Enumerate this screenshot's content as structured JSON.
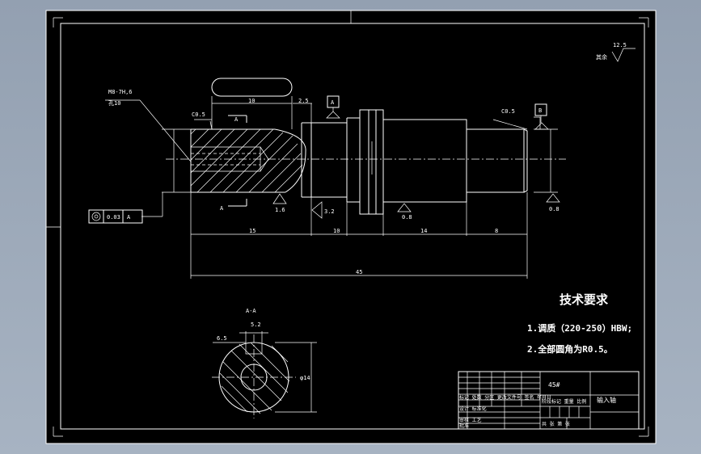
{
  "dims": {
    "hole_spec": "M8-7H,6",
    "hole_depth": "孔10",
    "chamfer": "C0.5",
    "key_len": "10",
    "key_off": "2.5",
    "len_15": "15",
    "len_mid": "10",
    "len_14": "14",
    "len_8": "8",
    "total": "45",
    "chamfer_r": "C0.5",
    "rough_16": "1.6",
    "rough_08a": "0.8",
    "rough_08b": "0.8",
    "rough_32": "3.2",
    "tol_value": "0.03",
    "sec_width": "6.5",
    "sec_key": "5.2",
    "sec_dia": "φ14"
  },
  "datums": {
    "a": "A",
    "b": "B",
    "sec_a": "A",
    "section_title": "A-A"
  },
  "rough_general": {
    "label": "其余",
    "value": "12.5"
  },
  "tech": {
    "title": "技术要求",
    "line1": "1.调质（220-250）HBW;",
    "line2": "2.全部圆角为R0.5。"
  },
  "title_block": {
    "material": "45#",
    "part_name": "输入轴",
    "r1": "标记 处数  分区 更改文件号 签名  年月日",
    "r2": "设计 标准化",
    "r3": "审核 工艺",
    "r4": "批准",
    "scale_hdr": "阶段标记 重量 比例",
    "sheet": "共 张 第 张"
  }
}
